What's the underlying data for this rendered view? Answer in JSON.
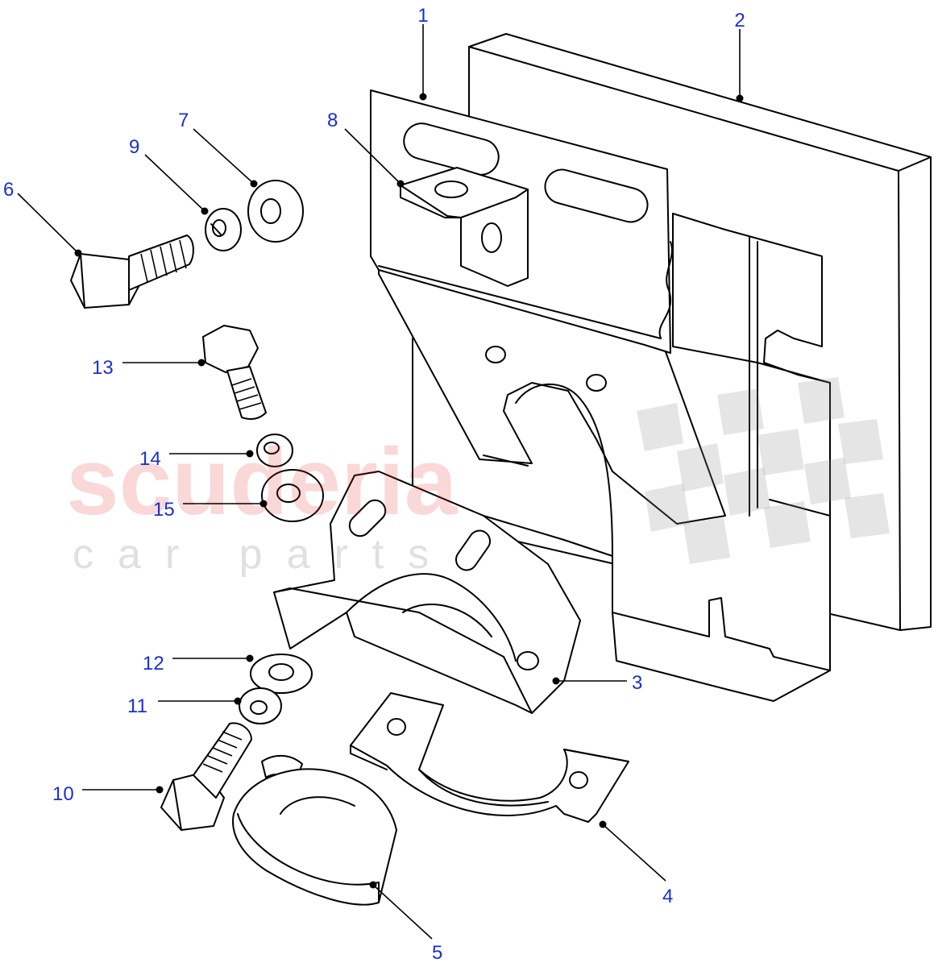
{
  "diagram": {
    "callouts": [
      "1",
      "2",
      "3",
      "4",
      "5",
      "6",
      "7",
      "8",
      "9",
      "10",
      "11",
      "12",
      "13",
      "14",
      "15"
    ]
  },
  "watermark": {
    "brand": "scuderia",
    "tagline": "car parts"
  },
  "colors": {
    "callout": "#1a2fd6",
    "line": "#000000",
    "watermark_red": "#e52020",
    "watermark_grey": "#8a8a8a"
  }
}
